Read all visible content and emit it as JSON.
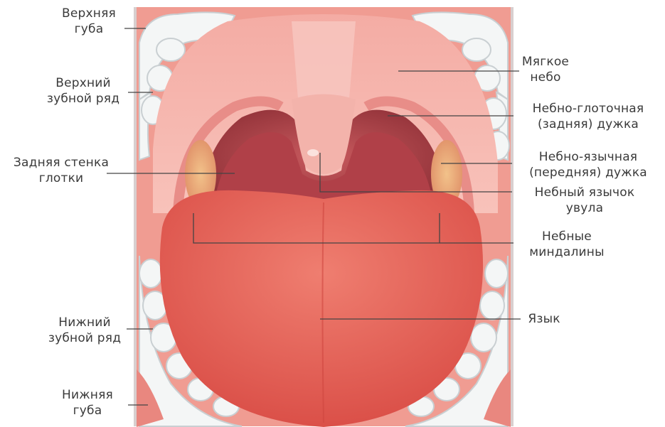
{
  "labels": {
    "upper_lip": [
      "Верхняя",
      "губа"
    ],
    "upper_teeth": [
      "Верхний",
      "зубной ряд"
    ],
    "pharynx_wall": [
      "Задняя стенка",
      "глотки"
    ],
    "lower_teeth": [
      "Нижний",
      "зубной ряд"
    ],
    "lower_lip": [
      "Нижняя",
      "губа"
    ],
    "soft_palate": [
      "Мягкое",
      "небо"
    ],
    "palatopharyngeal_arch": [
      "Небно-глоточная",
      "(задняя) дужка"
    ],
    "palatoglossal_arch": [
      "Небно-язычная",
      "(передняя) дужка"
    ],
    "uvula": [
      "Небный язычок",
      "увула"
    ],
    "tonsils": [
      "Небные",
      "миндалины"
    ],
    "tongue": [
      "Язык"
    ]
  },
  "colors": {
    "label_text": "#3a3a3a",
    "leader_line": "#444444",
    "mucosa": "#f3a29a",
    "palate": "#f6b4ac",
    "throat": "#b84a4f",
    "tongue": "#e8685c",
    "teeth": "#f4f6f6"
  }
}
